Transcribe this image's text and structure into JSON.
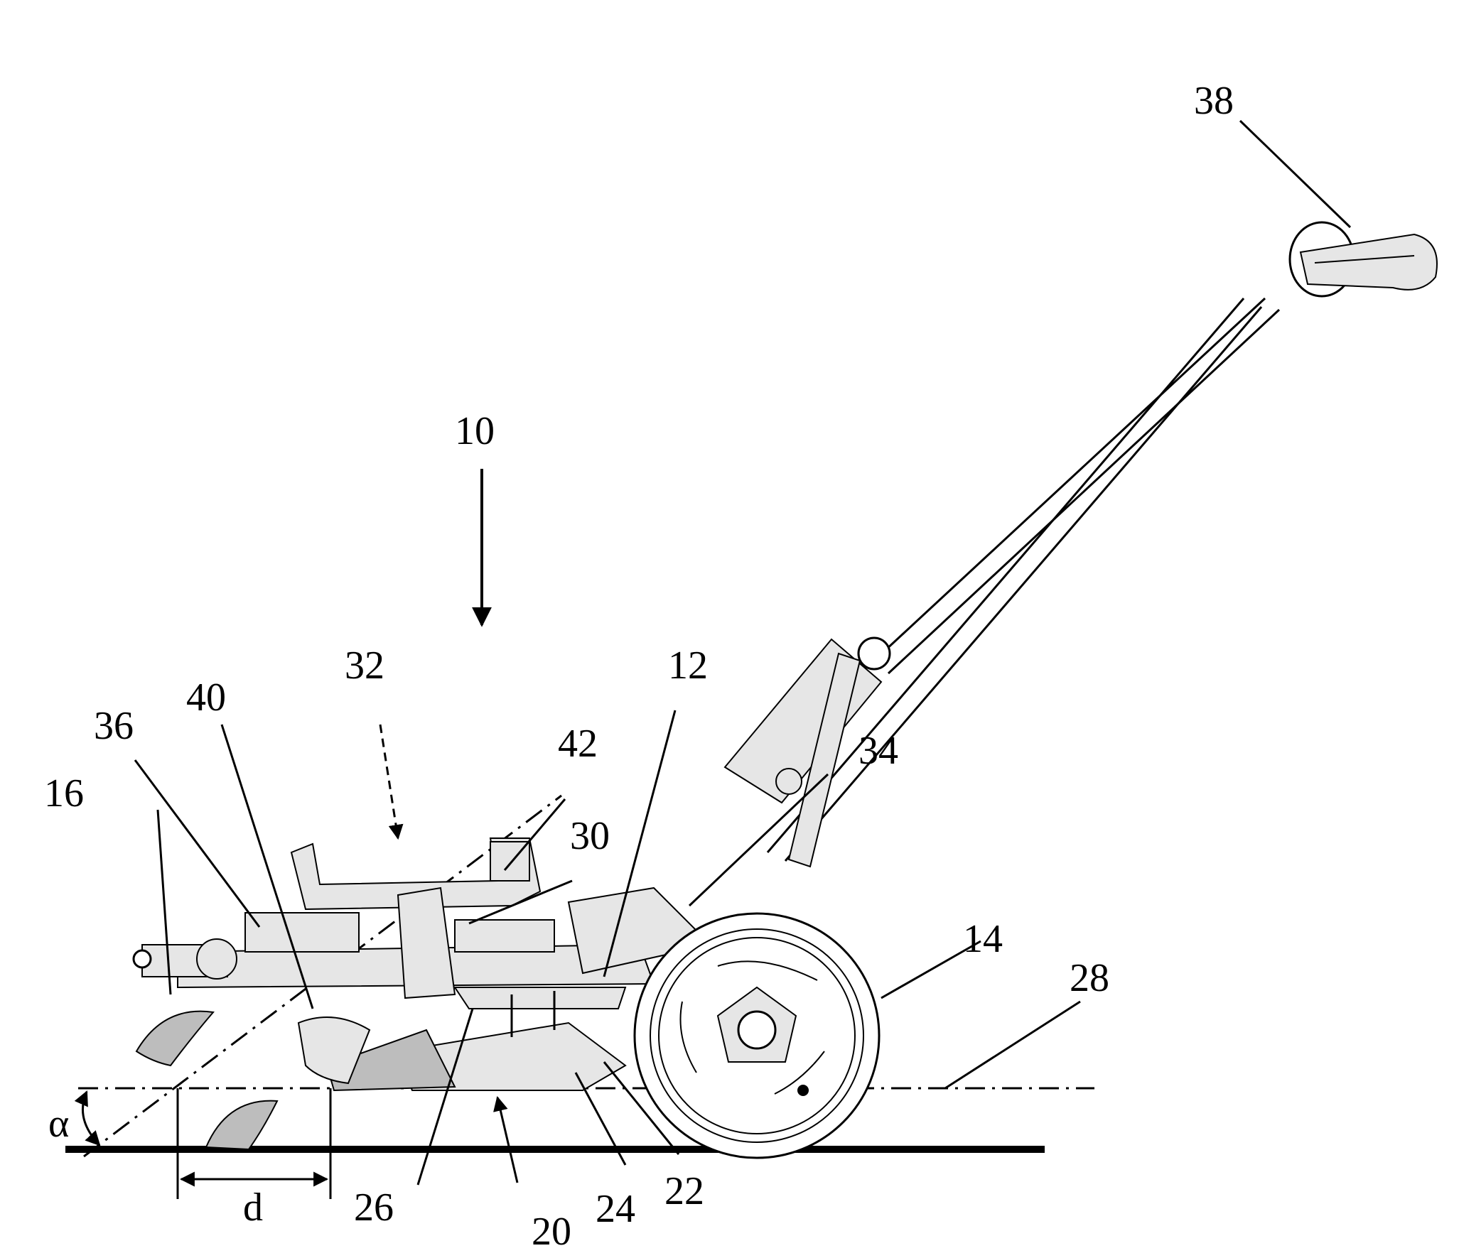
{
  "figure": {
    "labels": {
      "l10": "10",
      "l12": "12",
      "l14": "14",
      "l16": "16",
      "l20": "20",
      "l22": "22",
      "l24": "24",
      "l26": "26",
      "l28": "28",
      "l30": "30",
      "l32": "32",
      "l34": "34",
      "l36": "36",
      "l38": "38",
      "l40": "40",
      "l42": "42",
      "alpha": "α",
      "d": "d"
    }
  }
}
